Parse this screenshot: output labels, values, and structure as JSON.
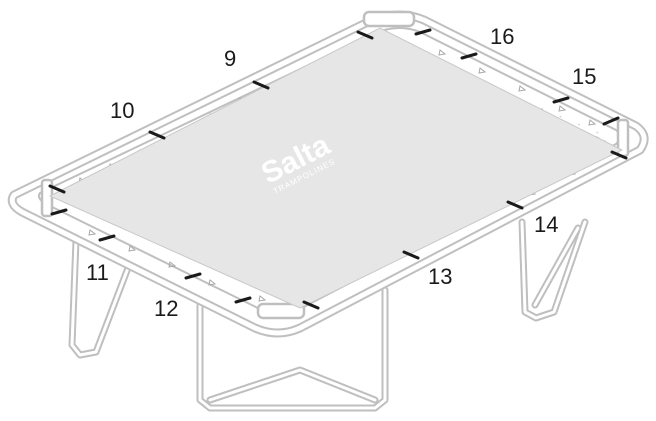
{
  "diagram": {
    "callouts": {
      "c9": "9",
      "c10": "10",
      "c11": "11",
      "c12": "12",
      "c13": "13",
      "c14": "14",
      "c15": "15",
      "c16": "16"
    },
    "logo": {
      "brand": "Salta",
      "sub": "TRAMPOLINES"
    },
    "colors": {
      "frame": "#bfbfbf",
      "mat": "#e6e6e6",
      "spring_clip": "#1a1a1a",
      "text": "#1a1a1a"
    }
  }
}
